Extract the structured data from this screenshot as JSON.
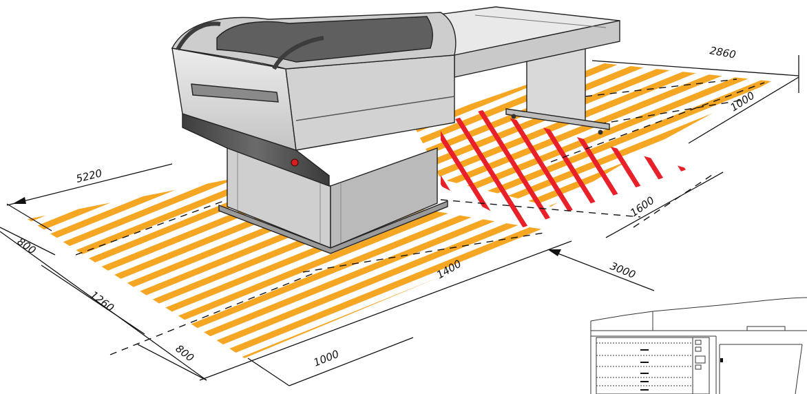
{
  "dimensions": {
    "overall_length": "5220",
    "right_depth": "2860",
    "right_front": "1000",
    "red_zone": "1600",
    "side_access": "3000",
    "left_front": "800",
    "left_middle": "1260",
    "left_back": "800",
    "front_bottom": "1000",
    "front_middle": "1400"
  },
  "colors": {
    "clearance_zone": "#f5a623",
    "restricted_zone": "#e8202a",
    "machine_body": "#d6d6d6",
    "machine_dark": "#5f5f5f",
    "indicator": "#d81e1e"
  }
}
